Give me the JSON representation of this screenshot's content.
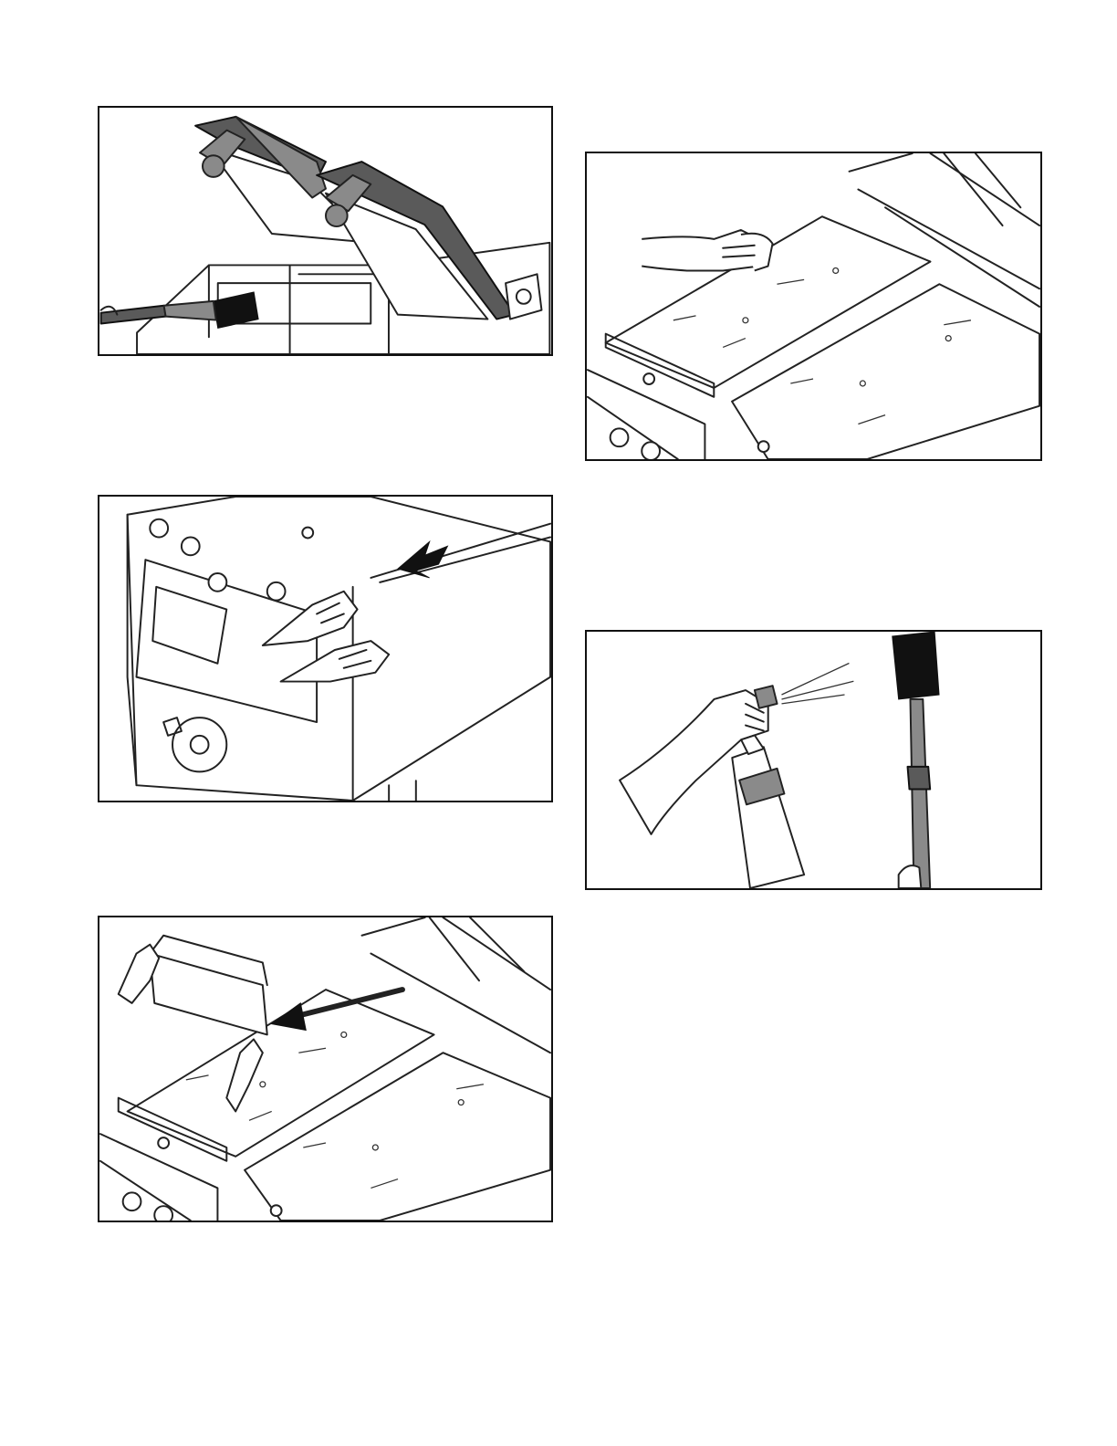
{
  "page": {
    "figures": [
      {
        "id": "fig-1",
        "icon": "fryer-hood-brush-cleaning-illustration"
      },
      {
        "id": "fig-2",
        "icon": "wiping-grill-plate-illustration"
      },
      {
        "id": "fig-3",
        "icon": "hands-removing-front-panel-illustration"
      },
      {
        "id": "fig-4",
        "icon": "spray-bottle-and-brush-illustration"
      },
      {
        "id": "fig-5",
        "icon": "removing-splash-guard-illustration"
      }
    ]
  }
}
